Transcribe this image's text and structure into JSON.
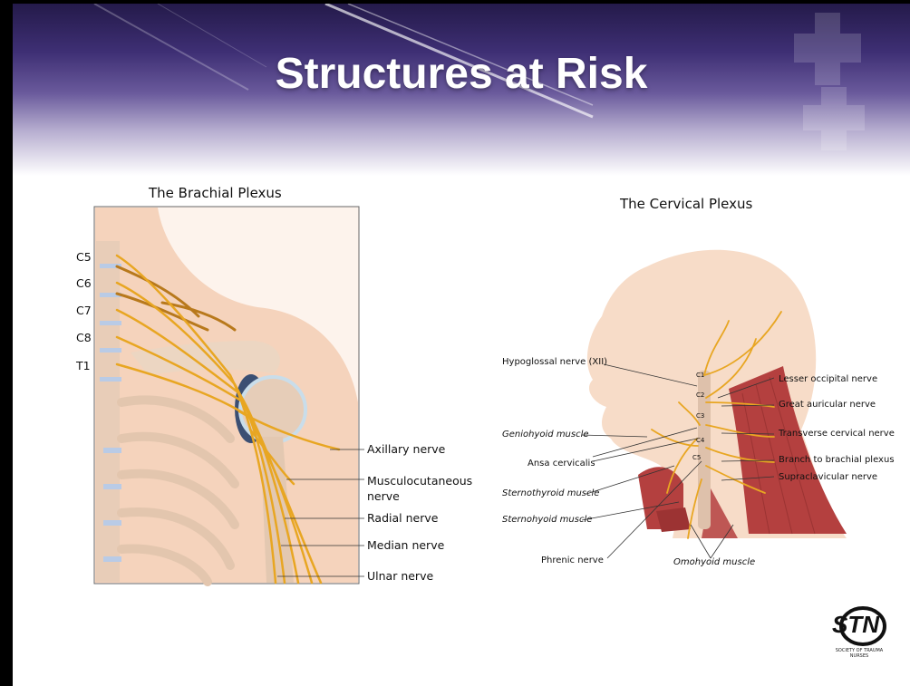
{
  "slide": {
    "title": "Structures at Risk"
  },
  "brachial": {
    "caption": "The Brachial Plexus",
    "vertebrae": [
      "C5",
      "C6",
      "C7",
      "C8",
      "T1"
    ],
    "labels": {
      "axillary": "Axillary nerve",
      "musculo_1": "Musculocutaneous",
      "musculo_2": "nerve",
      "radial": "Radial nerve",
      "median": "Median nerve",
      "ulnar": "Ulnar nerve"
    }
  },
  "cervical": {
    "caption": "The Cervical Plexus",
    "levels": [
      "C1",
      "C2",
      "C3",
      "C4",
      "C5"
    ],
    "labels": {
      "hypoglossal": "Hypoglossal nerve (XII)",
      "geniohyoid": "Geniohyoid muscle",
      "ansa": "Ansa cervicalis",
      "sternothyroid": "Sternothyroid muscle",
      "sternohyoid": "Sternohyoid muscle",
      "phrenic": "Phrenic nerve",
      "omohyoid": "Omohyoid muscle",
      "lesser_occipital": "Lesser occipital nerve",
      "great_auricular": "Great auricular nerve",
      "transverse_cervical": "Transverse cervical nerve",
      "branch_brachial": "Branch to brachial plexus",
      "supraclavicular": "Supraclavicular nerve"
    }
  },
  "logo": {
    "text": "STN",
    "subtitle": "SOCIETY OF TRAUMA NURSES"
  },
  "colors": {
    "nerve": "#e8a622",
    "skin": "#f5d3bc",
    "bone": "#ead2bd",
    "muscle": "#b4403f",
    "banner": "#3e2f74"
  }
}
